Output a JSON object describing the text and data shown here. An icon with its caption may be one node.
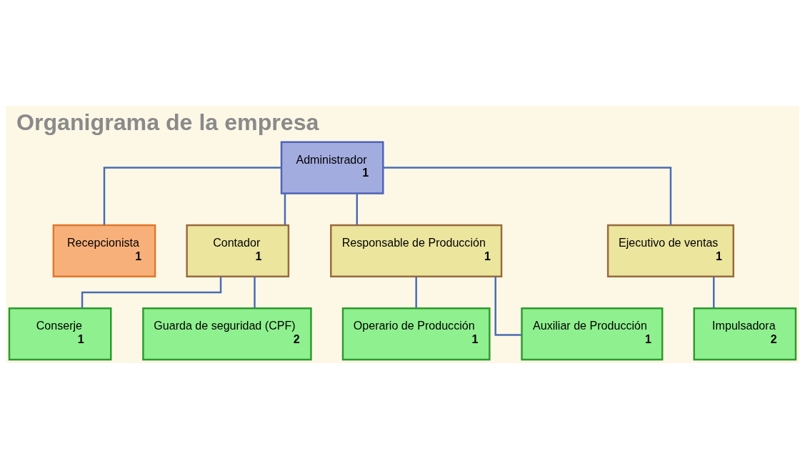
{
  "diagram": {
    "title": "Organigrama de la empresa",
    "nodes": [
      {
        "text": [
          "Administrador",
          "1"
        ]
      },
      {
        "text": [
          "Recepcionista",
          "1"
        ]
      },
      {
        "text": [
          "Contador",
          "1"
        ]
      },
      {
        "text": [
          "Responsable de Producción",
          "1"
        ]
      },
      {
        "text": [
          "Ejecutivo de ventas",
          "1"
        ]
      },
      {
        "text": [
          "Conserje",
          "1"
        ]
      },
      {
        "text": [
          "Guarda de seguridad (CPF)",
          "2"
        ]
      },
      {
        "text": [
          "Operario de Producción",
          "1"
        ]
      },
      {
        "text": [
          "Auxiliar de Producción",
          "1"
        ]
      },
      {
        "text": [
          "Impulsadora",
          "2"
        ]
      }
    ],
    "edges": [
      {
        "from": 0,
        "to": 1,
        "arrow": "none"
      },
      {
        "from": 0,
        "to": 2,
        "arrow": "none"
      },
      {
        "from": 0,
        "to": 3,
        "arrow": "none"
      },
      {
        "from": 0,
        "to": 4,
        "arrow": "none"
      },
      {
        "from": 2,
        "to": 5,
        "arrow": "none"
      },
      {
        "from": 2,
        "to": 6,
        "arrow": "none"
      },
      {
        "from": 3,
        "to": 7,
        "arrow": "none"
      },
      {
        "from": 3,
        "to": 8,
        "arrow": "none"
      },
      {
        "from": 4,
        "to": 9,
        "arrow": "none"
      }
    ]
  }
}
